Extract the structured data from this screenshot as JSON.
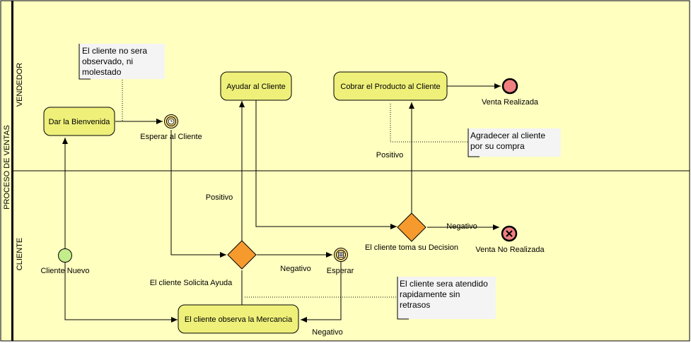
{
  "pool": {
    "label": "PROCESO DE VENTAS"
  },
  "lanes": {
    "top": "VENDEDOR",
    "bottom": "CLIENTE"
  },
  "tasks": {
    "welcome": "Dar la Bienvenida",
    "help": "Ayudar al Cliente",
    "charge": "Cobrar el Producto al Cliente",
    "observe": "El cliente observa la Mercancia"
  },
  "events": {
    "start": "Cliente Nuevo",
    "wait_client": "Esperar al Cliente",
    "wait": "Esperar",
    "sale_done": "Venta Realizada",
    "sale_not_done": "Venta No Realizada"
  },
  "gateways": {
    "asks_help": "El cliente Solicita Ayuda",
    "decision": "El cliente toma su Decision"
  },
  "flow_labels": {
    "positive_1": "Positivo",
    "negative_1": "Negativo",
    "positive_2": "Positivo",
    "negative_2": "Negativo",
    "negative_3": "Negativo"
  },
  "notes": {
    "note1": [
      "El cliente no sera",
      "observado, ni",
      "molestado"
    ],
    "note2": [
      "Agradecer al cliente",
      "por su compra"
    ],
    "note3": [
      "El cliente sera atendido",
      "rapidamente sin",
      "retrasos"
    ]
  },
  "colors": {
    "lane_fill": "#ffffc0",
    "task_fill": "#eef07a",
    "gateway_fill": "#f79a2d",
    "start_fill": "#c3ec8a",
    "end_fill": "#f08080",
    "note_fill": "#f4f4f4"
  }
}
